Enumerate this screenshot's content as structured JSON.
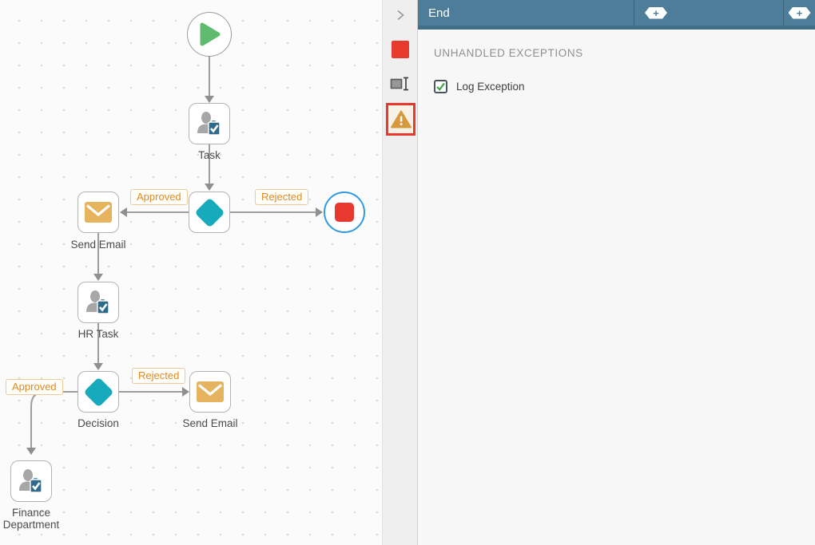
{
  "colors": {
    "header_blue": "#4e7d99",
    "header_blue_dark": "#406d8a",
    "accent_red": "#e8392e",
    "selection_blue": "#2e9ae2",
    "diamond_teal": "#17aabd",
    "start_green": "#5fbb6e",
    "envelope_amber": "#e6b35e",
    "edge_label_orange": "#dd8a24",
    "task_clipboard_blue": "#2e6b8a",
    "check_green": "#3fa74a",
    "connector_gray": "#9e9e9e"
  },
  "canvas": {
    "nodes": {
      "start": {
        "icon": "play-icon",
        "label": ""
      },
      "task": {
        "icon": "user-task-icon",
        "label": "Task"
      },
      "decision1": {
        "icon": "diamond-icon",
        "label": ""
      },
      "send_email1": {
        "icon": "envelope-icon",
        "label": "Send Email"
      },
      "end": {
        "icon": "stop-square-icon",
        "label": "",
        "selected": true
      },
      "hr_task": {
        "icon": "user-task-icon",
        "label": "HR Task"
      },
      "decision2": {
        "icon": "diamond-icon",
        "label": "Decision"
      },
      "send_email2": {
        "icon": "envelope-icon",
        "label": "Send Email"
      },
      "finance": {
        "icon": "user-task-icon",
        "label": "Finance Department"
      }
    },
    "edge_labels": {
      "approved1": "Approved",
      "rejected1": "Rejected",
      "rejected2": "Rejected",
      "approved2": "Approved"
    }
  },
  "toolstrip": {
    "icons": [
      {
        "name": "expand-chevron-icon"
      },
      {
        "name": "end-node-icon"
      },
      {
        "name": "rename-icon"
      },
      {
        "name": "exceptions-warning-icon",
        "highlighted": true
      }
    ]
  },
  "panel": {
    "header": {
      "title": "End",
      "add_glyph": "+"
    },
    "section_title": "UNHANDLED EXCEPTIONS",
    "log_exception": {
      "label": "Log Exception",
      "checked": true
    }
  }
}
